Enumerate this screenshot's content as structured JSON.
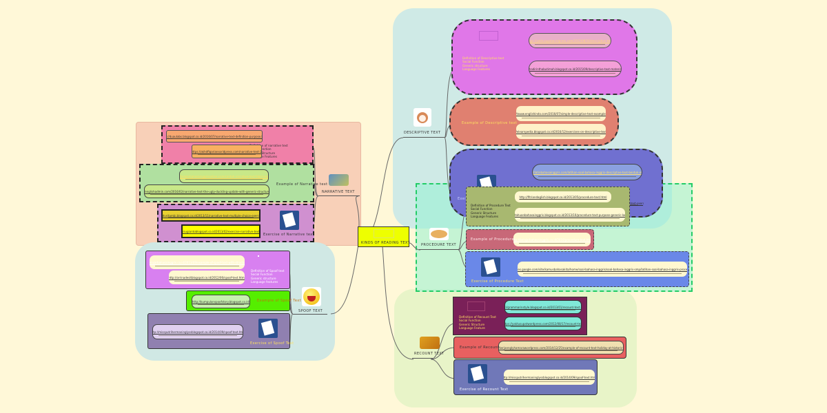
{
  "central": {
    "label": "KINDS OF READING TEXT",
    "color": "#eeff00"
  },
  "branches": {
    "descriptive": {
      "label": "DESCRIPTIVE TEXT",
      "icon": "cat-image",
      "definition": {
        "lines": [
          "Definition of Descriptive text",
          "Social Function",
          "Generic structure",
          "Language Features"
        ],
        "links": [
          "https://yaktusupatwordpress.com/2012/08/16/descriptive-text/",
          "http://hadirinthabutimah.blogspot.co.id/2015/09/descriptive-text-material.html"
        ],
        "color": "#e077e8"
      },
      "example": {
        "label": "Example of Descriptive text",
        "links": [
          "http://www.englishindo.com/2016/07/simple-descriptive-text-example.html",
          "http://elearnpedia.blogspot.co.id/2016/12/exercises-on-descriptive-text.html"
        ],
        "color": "#e08070"
      },
      "exercise": {
        "label": "Exercise of Descriptive text",
        "links": [
          "http://latinbahasainggris.com/latihan-soal-bahasa-inggris-descriptive-text-bentuk-essay/",
          "http://englishadmin.net/tewusaha/blogspot.co.id/2016/05/descriptive-text-exercises.html"
        ],
        "color": "#7070d0"
      }
    },
    "procedure": {
      "label": "PROCEDURE TEXT",
      "icon": "fried-rice-image",
      "definition": {
        "lines": [
          "Definition of Procedure Text",
          "Social Function",
          "Generic Structure",
          "Language Features"
        ],
        "links": [
          "http://fitriandaglish.blogspot.co.id/2013/05/procedure-text.html",
          "http://pengetahuanbahasainggris.blogspot.co.id/2013/10/procedure-text-purpose-generic-language.html"
        ],
        "color": "#a8b870"
      },
      "example": {
        "label": "Example of Procedure text",
        "links": [
          "http://belajarbahasainggris.co.id/2016/procedure-text.html"
        ],
        "color": "#c86878"
      },
      "exercise": {
        "label": "Exercise of Procedure Text",
        "links": [
          "https://sites.google.com/site/kamusbahasakita/home/soal-bahasa-inggris/soal-bahasa-inggris-smp/latihan-soal-bahasa-inggris-procedure-text"
        ],
        "color": "#6a88e8"
      }
    },
    "recount": {
      "label": "RECOUNT TEXT",
      "icon": "certificate-image",
      "definition": {
        "lines": [
          "Definition of Recount Text",
          "Social Function",
          "Generic Structure",
          "Language Feature"
        ],
        "links": [
          "http://grammarinstyle.blogspot.co.id/2013/01/recount-text.html",
          "https://yaktusupatwordpress.com/2012/08/17/recount-text/"
        ],
        "color": "#7a2058"
      },
      "example": {
        "label": "Example of Recount Text",
        "links": [
          "https://kerjaenglyhamarawordpress.com/2014/12/25/example-of-recount-text-holiday-at-historic-island/"
        ],
        "color": "#e86060"
      },
      "exercise": {
        "label": "Exercise of Recount Text",
        "links": [
          "http://missputrihermaninglyssblogspot.co.id/2014/09/spoof-text.html"
        ],
        "color": "#7078b8"
      }
    },
    "narrative": {
      "label": "NARRATIVE TEXT",
      "icon": "fairy-tale-image",
      "definition": {
        "lines": [
          "Definition of narrative text",
          "Social Function",
          "Generic Structure",
          "Language Features"
        ],
        "links": [
          "http://duaulabs.blogspot.co.id/2016/07/narrative-text-definition-purpose.html",
          "https://akhdfiqariansoridpress.com/narrative-text-2/"
        ],
        "color": "#f080a8"
      },
      "example": {
        "label": "Example of Narrative text",
        "links": [
          "http://belajarbahasainggrisonline.com/contoh-narrative-text-fabel-example/",
          "http://englishadmin.com/2016/02/narrative-text-the-ugly-duckling-update-with-generic-structure.html"
        ],
        "color": "#b0e0a0"
      },
      "exercise": {
        "label": "Exercise of Narrative text",
        "links": [
          "http://indusitambi.blogspot.co.id/2013/11/narrative-text-multiple-choice-exercise.html",
          "http://sugiantoblogspot.co.id/2013/02/exercise-narrative-text.html"
        ],
        "color": "#d090d0"
      }
    },
    "spoof": {
      "label": "SPOOF TEXT",
      "icon": "laughing-face-icon",
      "definition": {
        "lines": [
          "Definition of Spoof text",
          "Social Function",
          "Generic structure",
          "Language features"
        ],
        "links": [
          "http://belajarbahasainggris.co.id/2013/09/example-of-spoof-text-with-structure.html",
          "http://orrinadesitblogspot.co.id/2012/06/spoof-text.html"
        ],
        "color": "#d880f0"
      },
      "example": {
        "label": "Example of Spoof Text",
        "links": [
          "http://kumpulanspoofstory.blogspot.co.id/"
        ],
        "color": "#55ee00"
      },
      "exercise": {
        "label": "Exercise of Spoof Text",
        "links": [
          "http://missputrihermaninglyssblogspot.co.id/2014/09/spoof-text.html"
        ],
        "color": "#9080b0"
      }
    }
  }
}
